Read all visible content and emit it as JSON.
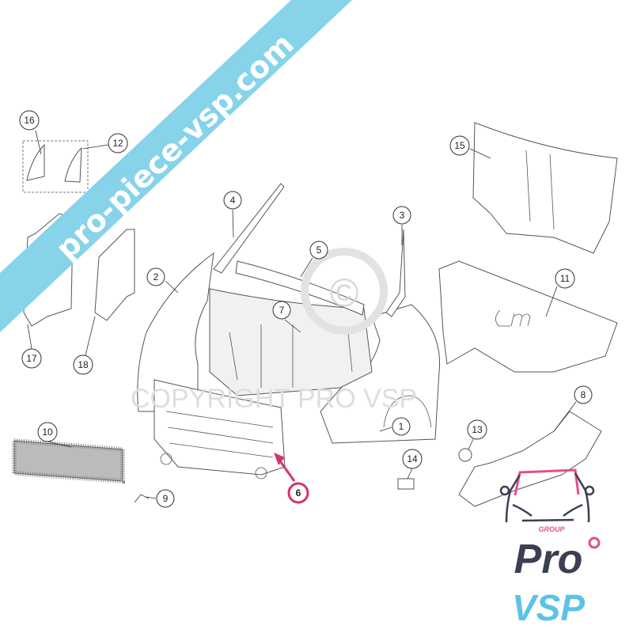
{
  "banner": {
    "text": "pro-piece-vsp.com",
    "color": "#86d3ea"
  },
  "watermark": {
    "text": "COPYRIGHT PRO VSP",
    "symbol": "©"
  },
  "callouts": [
    {
      "label": "16"
    },
    {
      "label": "12"
    },
    {
      "label": "4"
    },
    {
      "label": "3"
    },
    {
      "label": "15"
    },
    {
      "label": "5"
    },
    {
      "label": "2"
    },
    {
      "label": "7"
    },
    {
      "label": "11"
    },
    {
      "label": "17"
    },
    {
      "label": "18"
    },
    {
      "label": "8"
    },
    {
      "label": "10"
    },
    {
      "label": "1"
    },
    {
      "label": "13"
    },
    {
      "label": "14"
    },
    {
      "label": "6"
    },
    {
      "label": "9"
    }
  ],
  "highlight_color": "#d6336c",
  "logo": {
    "group": "GROUP",
    "pro": "Pro",
    "vsp": "VSP",
    "dark": "#3b3f52",
    "blue": "#5bc3e6",
    "pink": "#e84d8a"
  }
}
